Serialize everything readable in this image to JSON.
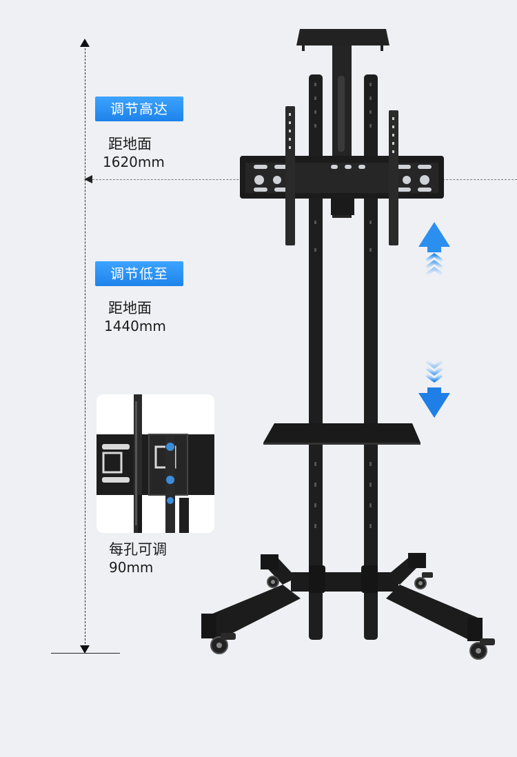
{
  "measure_top": {
    "badge": "调节高达",
    "label_line1": "距地面",
    "label_line2": "1620mm"
  },
  "measure_bottom": {
    "badge": "调节低至",
    "label_line1": "距地面",
    "label_line2": "1440mm"
  },
  "hole_spacing": {
    "label_line1": "每孔可调",
    "label_line2": "90mm"
  },
  "colors": {
    "accent_blue": "#1e83ea",
    "stand_black": "#1c1c1c",
    "background": "#eef0f4"
  },
  "icons": [
    "arrow-up-icon",
    "arrow-down-icon"
  ]
}
